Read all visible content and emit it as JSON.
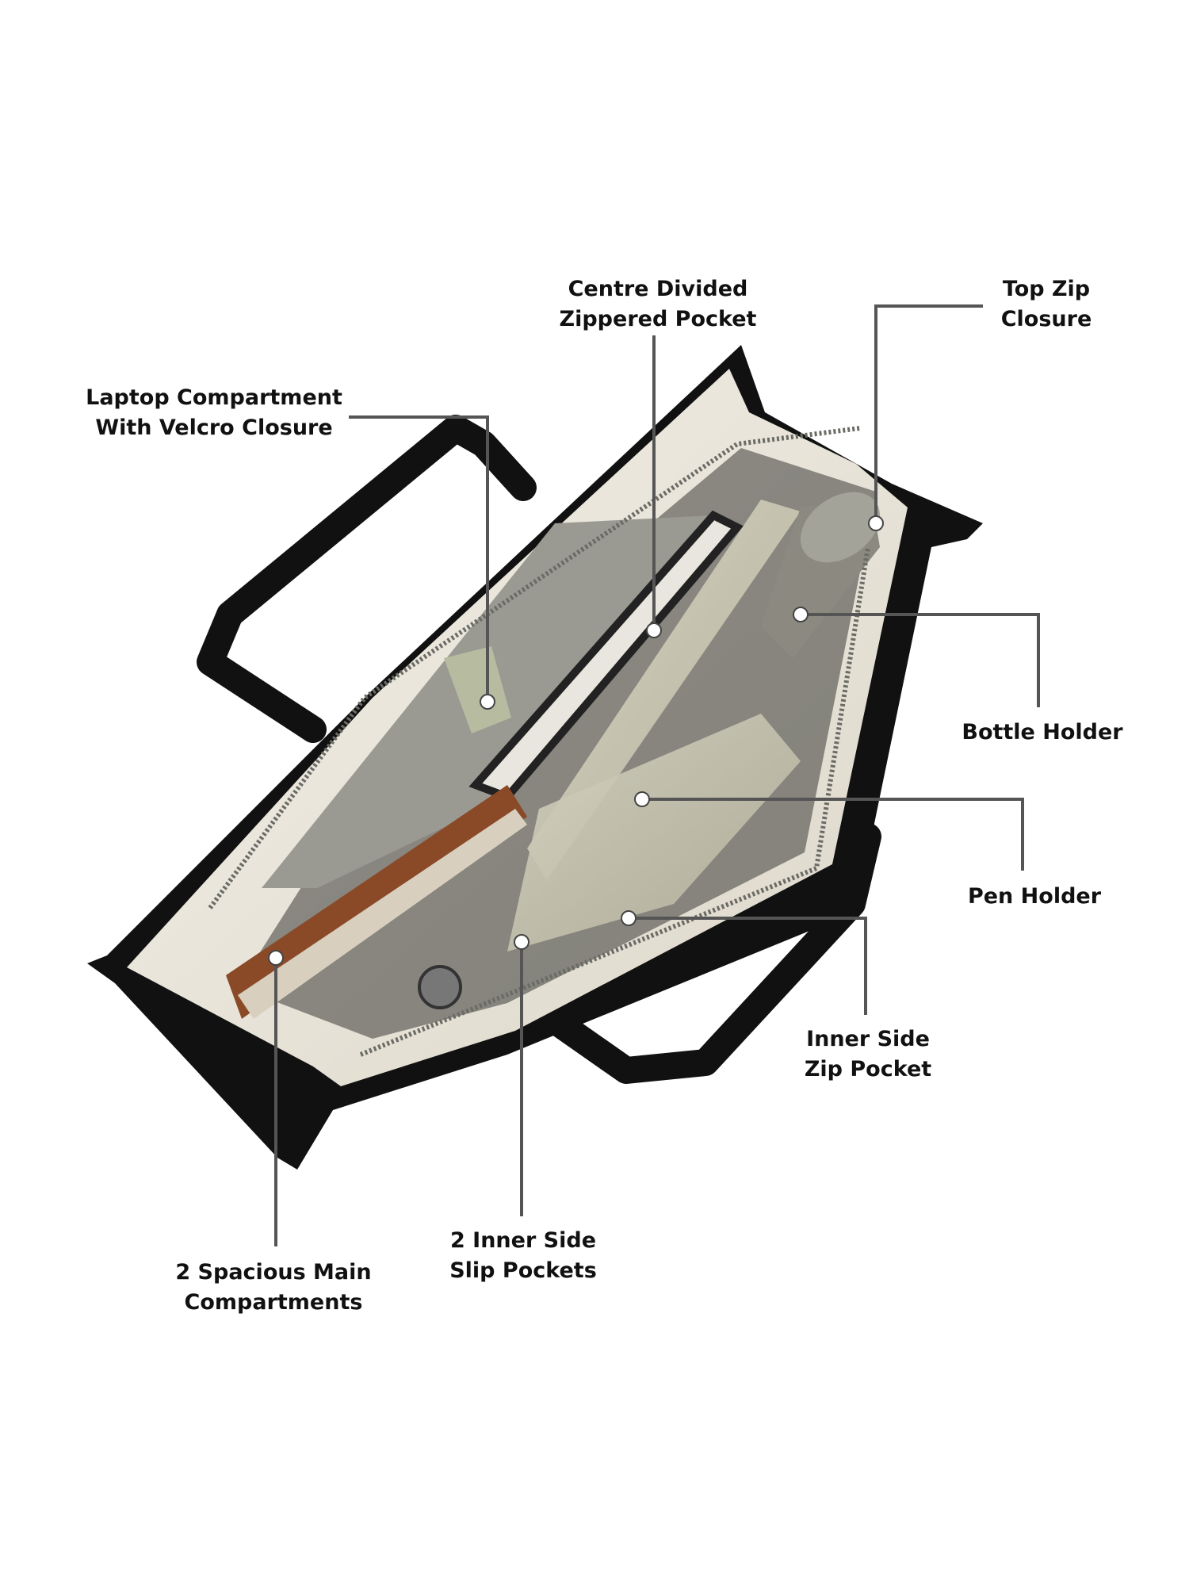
{
  "image": {
    "background": "#ffffff",
    "subject": "bag-interior-photo",
    "colors": {
      "leather": "#111111",
      "lining": "#ece8dd",
      "pocket": "#c9c6b3",
      "leader_line": "#555555",
      "dot": "#ffffff"
    }
  },
  "callouts": [
    {
      "id": "centre",
      "line1": "Centre Divided",
      "line2": "Zippered Pocket"
    },
    {
      "id": "topzip",
      "line1": "Top Zip",
      "line2": "Closure"
    },
    {
      "id": "laptop",
      "line1": "Laptop Compartment",
      "line2": "With Velcro Closure"
    },
    {
      "id": "bottle",
      "line1": "Bottle Holder",
      "line2": ""
    },
    {
      "id": "pen",
      "line1": "Pen Holder",
      "line2": ""
    },
    {
      "id": "innerzip",
      "line1": "Inner Side",
      "line2": "Zip Pocket"
    },
    {
      "id": "slip",
      "line1": "2 Inner Side",
      "line2": "Slip Pockets"
    },
    {
      "id": "spacious",
      "line1": "2 Spacious Main",
      "line2": "Compartments"
    }
  ]
}
